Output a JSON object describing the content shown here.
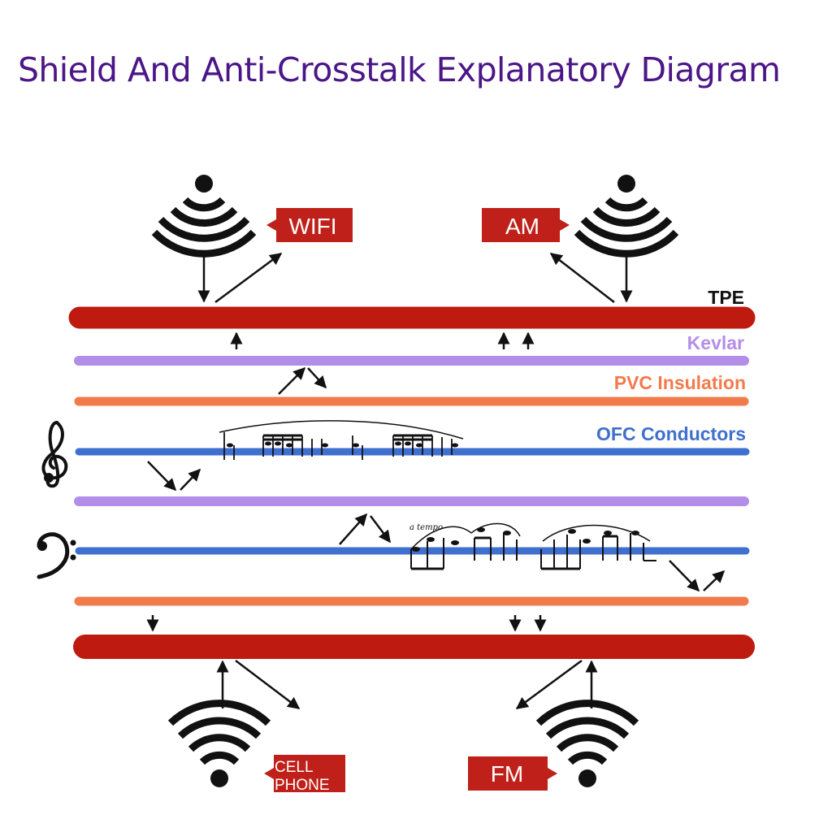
{
  "title": "Shield And Anti-Crosstalk Explanatory Diagram",
  "colors": {
    "title": "#4b1687",
    "tpe": "#bf1a10",
    "kevlar": "#b38ee8",
    "pvc": "#f27b4c",
    "ofc": "#3f6fcf",
    "tag": "#c0201a",
    "ink": "#111111"
  },
  "layers": {
    "tpe": "TPE",
    "kevlar": "Kevlar",
    "pvc": "PVC Insulation",
    "ofc": "OFC Conductors"
  },
  "signals": {
    "wifi": "WIFI",
    "am": "AM",
    "cell_line1": "CELL",
    "cell_line2": "PHONE",
    "fm": "FM"
  },
  "music": {
    "tempo_marking": "a tempo"
  },
  "icons": [
    "broadcast-icon",
    "wifi-icon",
    "treble-clef-icon",
    "bass-clef-icon",
    "arrow-icon"
  ]
}
